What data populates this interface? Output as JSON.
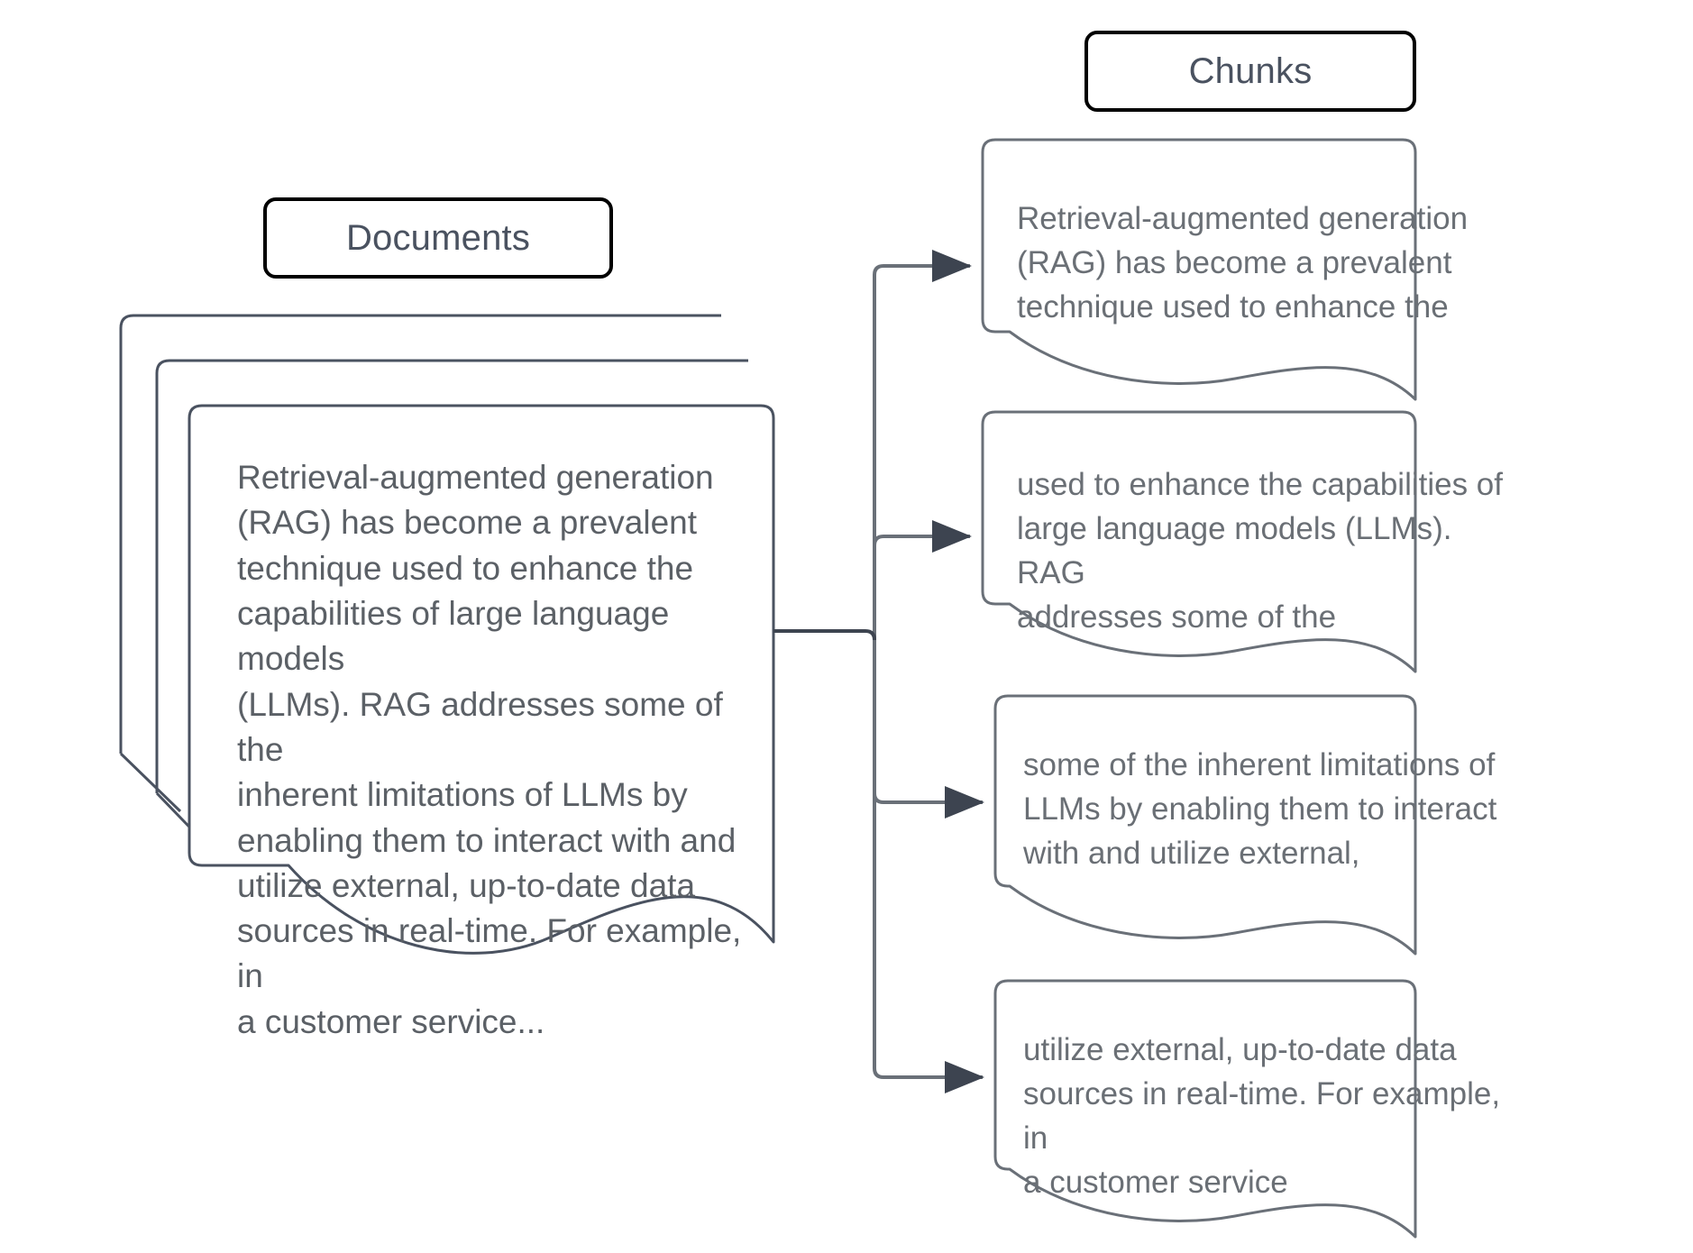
{
  "diagram": {
    "title_left": "Documents",
    "title_right": "Chunks",
    "stroke_dark": "#000000",
    "stroke_light": "#4a5260",
    "text_color": "#5b6066",
    "background": "#ffffff"
  },
  "documents": {
    "label": "Documents",
    "stack_count": 3,
    "body_text": "Retrieval-augmented generation\n(RAG) has become a prevalent\ntechnique used to enhance the\ncapabilities of large language models\n(LLMs). RAG addresses some of the\ninherent limitations of LLMs by\nenabling them to interact with and\nutilize external, up-to-date data\nsources in real-time. For example, in\na customer service..."
  },
  "chunks": {
    "label": "Chunks",
    "items": [
      {
        "text": "Retrieval-augmented generation\n(RAG) has become a prevalent\ntechnique used to enhance the"
      },
      {
        "text": "used to enhance the capabilities of\nlarge language models (LLMs). RAG\naddresses some of the"
      },
      {
        "text": "some of the inherent limitations of\nLLMs by enabling them to interact\nwith and utilize external,"
      },
      {
        "text": "utilize external, up-to-date data\nsources in real-time. For example, in\na customer service"
      }
    ]
  },
  "connectors": {
    "count": 4,
    "style": "elbow-with-arrowhead"
  }
}
